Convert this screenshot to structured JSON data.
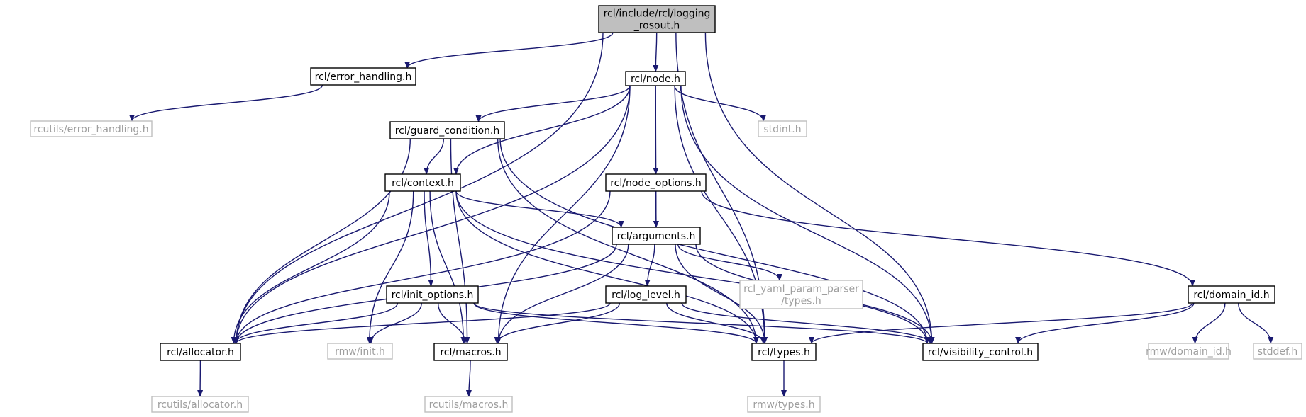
{
  "diagram": {
    "edge_color": "#191970",
    "nodes": [
      {
        "id": "rosout",
        "lines": [
          "rcl/include/rcl/logging",
          "_rosout.h"
        ],
        "kind": "main"
      },
      {
        "id": "error_handling",
        "lines": [
          "rcl/error_handling.h"
        ],
        "kind": "internal"
      },
      {
        "id": "node",
        "lines": [
          "rcl/node.h"
        ],
        "kind": "internal"
      },
      {
        "id": "rcutils_error_handling",
        "lines": [
          "rcutils/error_handling.h"
        ],
        "kind": "external"
      },
      {
        "id": "guard_condition",
        "lines": [
          "rcl/guard_condition.h"
        ],
        "kind": "internal"
      },
      {
        "id": "stdint",
        "lines": [
          "stdint.h"
        ],
        "kind": "external"
      },
      {
        "id": "context",
        "lines": [
          "rcl/context.h"
        ],
        "kind": "internal"
      },
      {
        "id": "node_options",
        "lines": [
          "rcl/node_options.h"
        ],
        "kind": "internal"
      },
      {
        "id": "arguments",
        "lines": [
          "rcl/arguments.h"
        ],
        "kind": "internal"
      },
      {
        "id": "init_options",
        "lines": [
          "rcl/init_options.h"
        ],
        "kind": "internal"
      },
      {
        "id": "log_level",
        "lines": [
          "rcl/log_level.h"
        ],
        "kind": "internal"
      },
      {
        "id": "yaml_types",
        "lines": [
          "rcl_yaml_param_parser",
          "/types.h"
        ],
        "kind": "external"
      },
      {
        "id": "domain_id",
        "lines": [
          "rcl/domain_id.h"
        ],
        "kind": "internal"
      },
      {
        "id": "allocator",
        "lines": [
          "rcl/allocator.h"
        ],
        "kind": "internal"
      },
      {
        "id": "rmw_init",
        "lines": [
          "rmw/init.h"
        ],
        "kind": "external"
      },
      {
        "id": "macros",
        "lines": [
          "rcl/macros.h"
        ],
        "kind": "internal"
      },
      {
        "id": "types",
        "lines": [
          "rcl/types.h"
        ],
        "kind": "internal"
      },
      {
        "id": "visibility_control",
        "lines": [
          "rcl/visibility_control.h"
        ],
        "kind": "internal"
      },
      {
        "id": "rmw_domain_id",
        "lines": [
          "rmw/domain_id.h"
        ],
        "kind": "external"
      },
      {
        "id": "stddef",
        "lines": [
          "stddef.h"
        ],
        "kind": "external"
      },
      {
        "id": "rcutils_allocator",
        "lines": [
          "rcutils/allocator.h"
        ],
        "kind": "external"
      },
      {
        "id": "rcutils_macros",
        "lines": [
          "rcutils/macros.h"
        ],
        "kind": "external"
      },
      {
        "id": "rmw_types",
        "lines": [
          "rmw/types.h"
        ],
        "kind": "external"
      }
    ],
    "edges": [
      [
        "rosout",
        "error_handling"
      ],
      [
        "rosout",
        "node"
      ],
      [
        "rosout",
        "allocator"
      ],
      [
        "rosout",
        "types"
      ],
      [
        "rosout",
        "visibility_control"
      ],
      [
        "error_handling",
        "rcutils_error_handling"
      ],
      [
        "node",
        "guard_condition"
      ],
      [
        "node",
        "stdint"
      ],
      [
        "node",
        "context"
      ],
      [
        "node",
        "node_options"
      ],
      [
        "node",
        "arguments"
      ],
      [
        "node",
        "allocator"
      ],
      [
        "node",
        "macros"
      ],
      [
        "node",
        "types"
      ],
      [
        "node",
        "visibility_control"
      ],
      [
        "guard_condition",
        "context"
      ],
      [
        "guard_condition",
        "allocator"
      ],
      [
        "guard_condition",
        "macros"
      ],
      [
        "guard_condition",
        "types"
      ],
      [
        "guard_condition",
        "visibility_control"
      ],
      [
        "context",
        "arguments"
      ],
      [
        "context",
        "init_options"
      ],
      [
        "context",
        "allocator"
      ],
      [
        "context",
        "rmw_init"
      ],
      [
        "context",
        "macros"
      ],
      [
        "context",
        "types"
      ],
      [
        "context",
        "visibility_control"
      ],
      [
        "node_options",
        "arguments"
      ],
      [
        "node_options",
        "domain_id"
      ],
      [
        "node_options",
        "allocator"
      ],
      [
        "arguments",
        "log_level"
      ],
      [
        "arguments",
        "yaml_types"
      ],
      [
        "arguments",
        "allocator"
      ],
      [
        "arguments",
        "macros"
      ],
      [
        "arguments",
        "types"
      ],
      [
        "arguments",
        "visibility_control"
      ],
      [
        "init_options",
        "allocator"
      ],
      [
        "init_options",
        "rmw_init"
      ],
      [
        "init_options",
        "macros"
      ],
      [
        "init_options",
        "types"
      ],
      [
        "init_options",
        "visibility_control"
      ],
      [
        "log_level",
        "allocator"
      ],
      [
        "log_level",
        "macros"
      ],
      [
        "log_level",
        "types"
      ],
      [
        "log_level",
        "visibility_control"
      ],
      [
        "domain_id",
        "types"
      ],
      [
        "domain_id",
        "visibility_control"
      ],
      [
        "domain_id",
        "rmw_domain_id"
      ],
      [
        "domain_id",
        "stddef"
      ],
      [
        "allocator",
        "rcutils_allocator"
      ],
      [
        "macros",
        "rcutils_macros"
      ],
      [
        "types",
        "rmw_types"
      ]
    ]
  }
}
